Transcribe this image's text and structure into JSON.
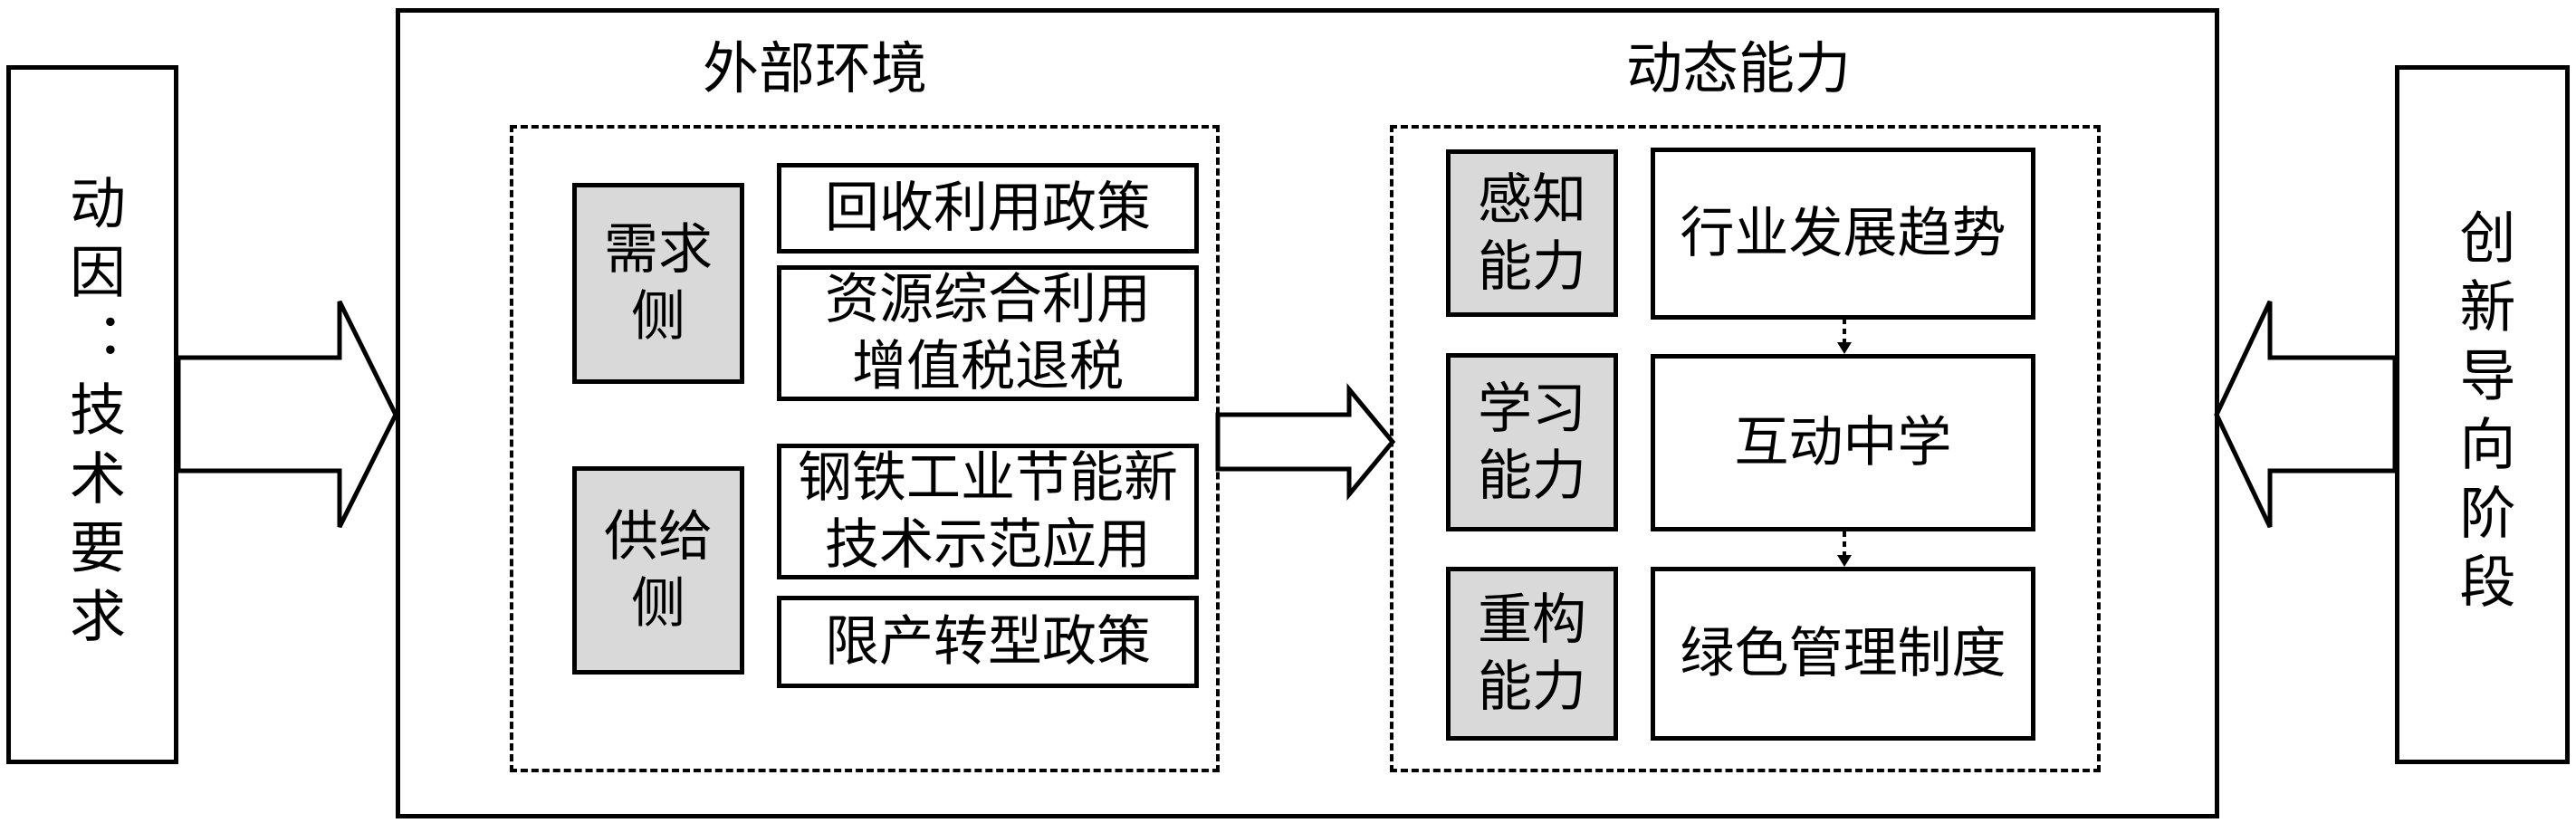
{
  "left_panel": {
    "label": "动因：技术要求"
  },
  "right_panel": {
    "label": "创新导向阶段"
  },
  "external": {
    "title": "外部环境",
    "demand": {
      "label": "需求\n侧",
      "items": [
        "回收利用政策",
        "资源综合利用\n增值税退税"
      ]
    },
    "supply": {
      "label": "供给\n侧",
      "items": [
        "钢铁工业节能新\n技术示范应用",
        "限产转型政策"
      ]
    }
  },
  "dynamic": {
    "title": "动态能力",
    "rows": [
      {
        "capability": "感知\n能力",
        "content": "行业发展趋势"
      },
      {
        "capability": "学习\n能力",
        "content": "互动中学"
      },
      {
        "capability": "重构\n能力",
        "content": "绿色管理制度"
      }
    ]
  }
}
